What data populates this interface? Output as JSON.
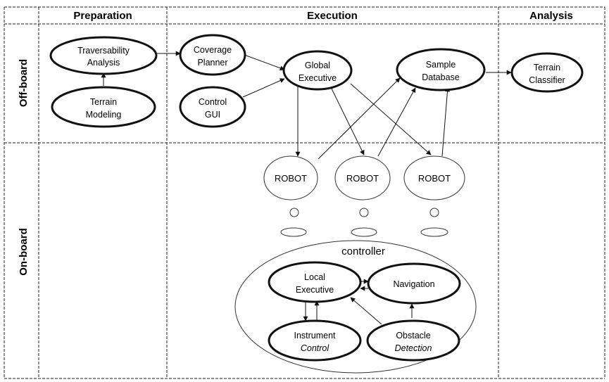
{
  "columns": [
    {
      "key": "preparation",
      "label": "Preparation"
    },
    {
      "key": "execution",
      "label": "Execution"
    },
    {
      "key": "analysis",
      "label": "Analysis"
    }
  ],
  "rows": [
    {
      "key": "offboard",
      "label": "Off-board"
    },
    {
      "key": "onboard",
      "label": "On-board"
    }
  ],
  "nodes": {
    "traversability": {
      "line1": "Traversability",
      "line2": "Analysis"
    },
    "terrain_modeling": {
      "line1": "Terrain",
      "line2": "Modeling"
    },
    "coverage": {
      "line1": "Coverage",
      "line2": "Planner"
    },
    "control_gui": {
      "line1": "Control",
      "line2": "GUI"
    },
    "global_exec": {
      "line1": "Global",
      "line2": "Executive"
    },
    "sample_db": {
      "line1": "Sample",
      "line2": "Database"
    },
    "terrain_classifier": {
      "line1": "Terrain",
      "line2": "Classifier"
    },
    "local_exec": {
      "line1": "Local",
      "line2": "Executive"
    },
    "navigation": {
      "line1": "Navigation"
    },
    "instrument": {
      "line1": "Instrument",
      "line2": "Control"
    },
    "obstacle": {
      "line1": "Obstacle",
      "line2": "Detection"
    }
  },
  "robots": [
    "ROBOT",
    "ROBOT",
    "ROBOT"
  ],
  "controller_label": "controller"
}
